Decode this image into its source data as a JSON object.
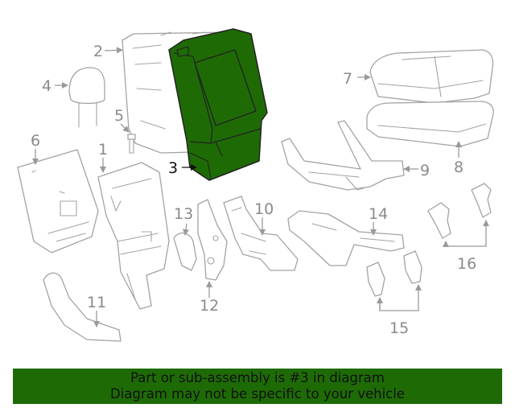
{
  "diagram": {
    "highlight_color": "#1e6b06",
    "callouts": {
      "c1": "1",
      "c2": "2",
      "c3": "3",
      "c4": "4",
      "c5": "5",
      "c6": "6",
      "c7": "7",
      "c8": "8",
      "c9": "9",
      "c10": "10",
      "c11": "11",
      "c12": "12",
      "c13": "13",
      "c14": "14",
      "c15": "15",
      "c16": "16"
    }
  },
  "banner": {
    "line1": "Part or sub-assembly is #3 in diagram",
    "line2": "Diagram may not be specific to your vehicle",
    "background": "#1e6b06"
  }
}
